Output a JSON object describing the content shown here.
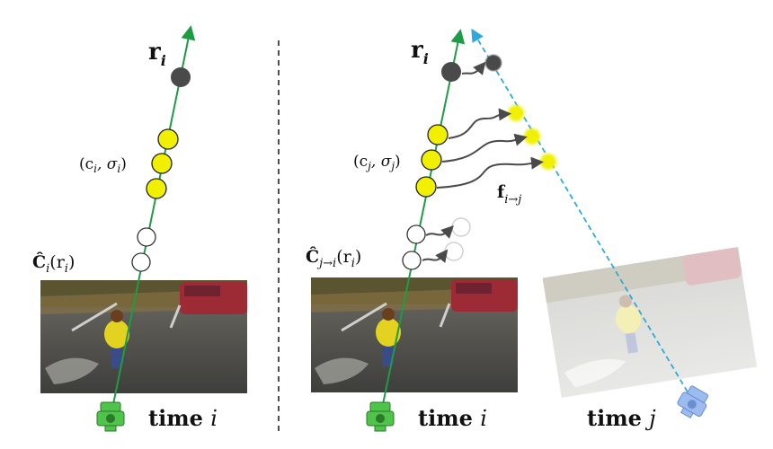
{
  "colors": {
    "ray": "#1e9c45",
    "ray_j": "#2fa9d9",
    "sample_fill": "#f0f000",
    "sample_stroke": "#222222",
    "dark_sample": "#4a4a4a",
    "warp_arrow": "#4a4a4a",
    "divider": "#222222",
    "camera_i": "#4fc34a",
    "camera_j": "#9cbcf0"
  },
  "left_panel": {
    "ray_label_main": "r",
    "ray_label_sub": "i",
    "sample_label": "(c",
    "sample_label_sub1": "i",
    "sample_label_mid": ", σ",
    "sample_label_sub2": "i",
    "sample_label_end": ")",
    "color_label_main": "Ĉ",
    "color_label_sub": "i",
    "color_label_arg": "(r",
    "color_label_arg_sub": "i",
    "color_label_end": ")",
    "time_word": "time",
    "time_var": "i",
    "camera_icon": "camera-icon"
  },
  "right_panel": {
    "ray_label_main": "r",
    "ray_label_sub": "i",
    "sample_label": "(c",
    "sample_label_sub1": "j",
    "sample_label_mid": ", σ",
    "sample_label_sub2": "j",
    "sample_label_end": ")",
    "flow_label_main": "f",
    "flow_label_sub": "i→j",
    "color_label_main": "Ĉ",
    "color_label_sub": "j→i",
    "color_label_arg": "(r",
    "color_label_arg_sub": "i",
    "color_label_end": ")",
    "time_word_i": "time",
    "time_var_i": "i",
    "time_word_j": "time",
    "time_var_j": "j",
    "camera_icon_i": "camera-icon",
    "camera_icon_j": "camera-icon"
  }
}
